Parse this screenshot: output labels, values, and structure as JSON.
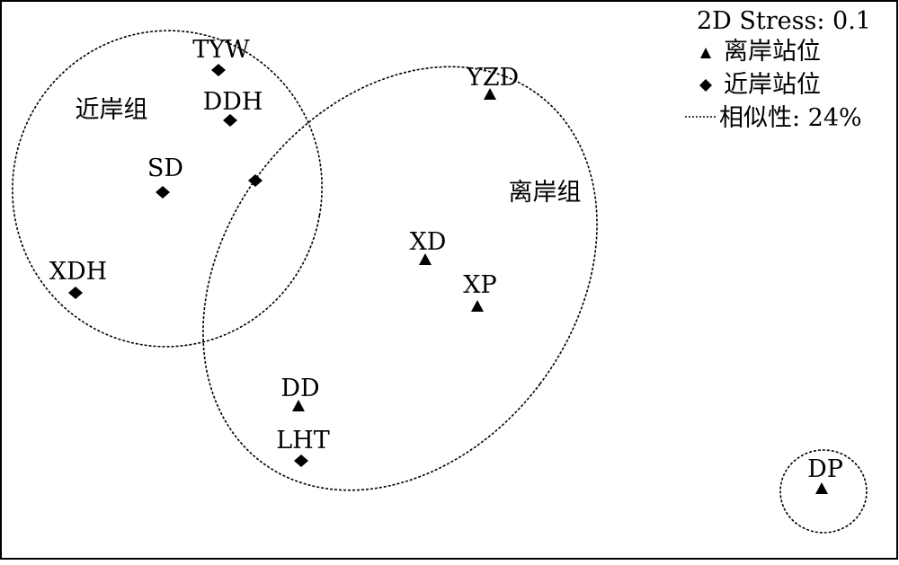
{
  "chart_data": {
    "type": "scatter",
    "title": "",
    "xlabel": "",
    "ylabel": "",
    "legend": {
      "placement": "top-right",
      "stress_label": "2D Stress: 0.1",
      "entries": [
        {
          "marker": "triangle",
          "label": "离岸站位"
        },
        {
          "marker": "diamond",
          "label": "近岸站位"
        },
        {
          "marker": "dashed-line",
          "label": "相似性: 24%"
        }
      ]
    },
    "points": [
      {
        "label": "TYW",
        "marker": "diamond"
      },
      {
        "label": "DDH",
        "marker": "diamond"
      },
      {
        "label": "SD",
        "marker": "diamond"
      },
      {
        "label": "",
        "marker": "diamond"
      },
      {
        "label": "XDH",
        "marker": "diamond"
      },
      {
        "label": "LHT",
        "marker": "diamond"
      },
      {
        "label": "YZD",
        "marker": "triangle"
      },
      {
        "label": "XD",
        "marker": "triangle"
      },
      {
        "label": "XP",
        "marker": "triangle"
      },
      {
        "label": "DD",
        "marker": "triangle"
      },
      {
        "label": "DP",
        "marker": "triangle"
      }
    ],
    "groups": [
      {
        "label": "近岸组"
      },
      {
        "label": "离岸组"
      },
      {
        "label": ""
      }
    ]
  }
}
